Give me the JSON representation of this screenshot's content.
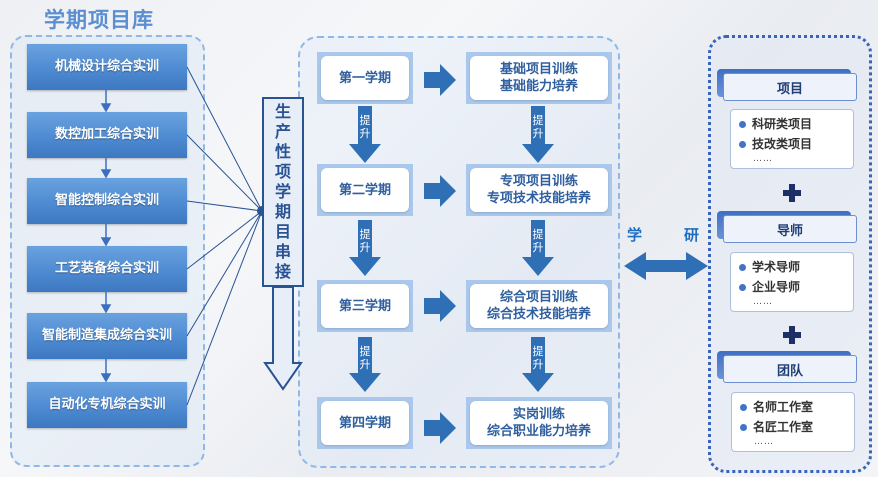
{
  "library": {
    "title": "学期项目库",
    "items": [
      "机械设计综合实训",
      "数控加工综合实训",
      "智能控制综合实训",
      "工艺装备综合实训",
      "智能制造集成综合实训",
      "自动化专机综合实训"
    ]
  },
  "connector": {
    "label_chars": [
      "生",
      "产",
      "性",
      "项",
      "学",
      "期",
      "目",
      "串",
      "接"
    ]
  },
  "flow": {
    "semesters": [
      "第一学期",
      "第二学期",
      "第三学期",
      "第四学期"
    ],
    "outcomes": [
      {
        "line1": "基础项目训练",
        "line2": "基础能力培养"
      },
      {
        "line1": "专项项目训练",
        "line2": "专项技术技能培养"
      },
      {
        "line1": "综合项目训练",
        "line2": "综合技术技能培养"
      },
      {
        "line1": "实岗训练",
        "line2": "综合职业能力培养"
      }
    ],
    "upgrade_chars": [
      "提",
      "升"
    ]
  },
  "bridge": {
    "left": "学",
    "right": "研"
  },
  "resources": {
    "groups": [
      {
        "title": "项目",
        "items": [
          "科研类项目",
          "技改类项目"
        ],
        "more": "……"
      },
      {
        "title": "导师",
        "items": [
          "学术导师",
          "企业导师"
        ],
        "more": "……"
      },
      {
        "title": "团队",
        "items": [
          "名师工作室",
          "名匠工作室"
        ],
        "more": "……"
      }
    ]
  },
  "colors": {
    "primary_blue": "#4e8bd2",
    "arrow_blue": "#2e6fb6",
    "dark_navy": "#2a5394",
    "dashed_border": "#8fb8e6"
  }
}
